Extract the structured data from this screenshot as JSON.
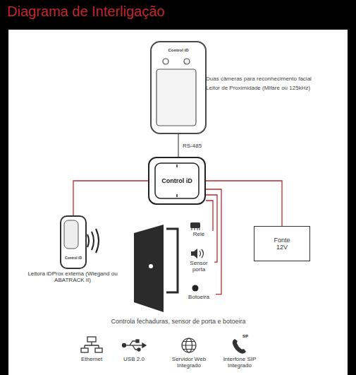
{
  "diagram": {
    "title": "Diagrama de Interligação",
    "nodes": [
      {
        "text": [
          "Control iD"
        ]
      },
      {
        "text": [
          "Control iD"
        ]
      },
      {
        "text": [
          "Control iD",
          "Leitora iDProx externa (Wiegand ou ABATRACK II)"
        ]
      },
      {
        "text": [
          "Fonte 12V"
        ]
      },
      {
        "text": [
          "Relé"
        ]
      },
      {
        "text": [
          "Sensor porta"
        ]
      },
      {
        "text": [
          "Botoeira"
        ]
      }
    ],
    "edges": [
      {
        "from": 0,
        "to": 1,
        "arrow": "none",
        "label": "RS-485"
      },
      {
        "from": 1,
        "to": 2,
        "arrow": "none"
      },
      {
        "from": 1,
        "to": 3,
        "arrow": "none"
      },
      {
        "from": 1,
        "to": 4,
        "arrow": "none"
      },
      {
        "from": 1,
        "to": 5,
        "arrow": "none"
      },
      {
        "from": 1,
        "to": 6,
        "arrow": "none"
      }
    ],
    "labels": [
      "Duas câmeras para reconhecimento facial",
      "Leitor de Proximidade (Mifare ou 125kHz)",
      "Controla fechaduras, sensor de porta e botoeira",
      "Ethernet",
      "USB 2.0",
      "Servidor Web Integrado",
      "SIP",
      "Interfone SIP Integrado"
    ]
  }
}
